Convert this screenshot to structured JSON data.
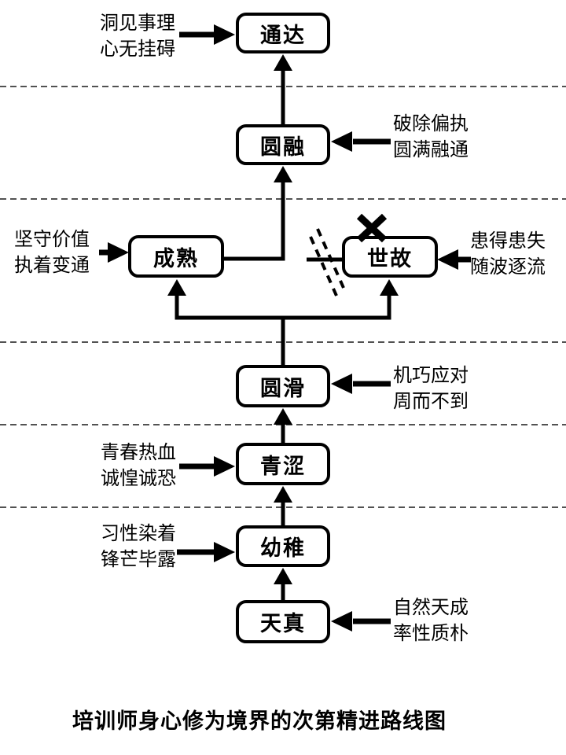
{
  "title": "培训师身心修为境界的次第精进路线图",
  "colors": {
    "ink": "#000000",
    "background": "#ffffff",
    "separator": "#3a3a3a"
  },
  "stages": {
    "tianzhen": {
      "label": "天真"
    },
    "youzhi": {
      "label": "幼稚"
    },
    "qingse": {
      "label": "青涩"
    },
    "yuanhua": {
      "label": "圆滑"
    },
    "chengshu": {
      "label": "成熟"
    },
    "shigu": {
      "label": "世故"
    },
    "yuanrong": {
      "label": "圆融"
    },
    "tongda": {
      "label": "通达"
    }
  },
  "annotations": {
    "tongda": {
      "line1": "洞见事理",
      "line2": "心无挂碍",
      "side": "left",
      "target": "通达"
    },
    "yuanrong": {
      "line1": "破除偏执",
      "line2": "圆满融通",
      "side": "right",
      "target": "圆融"
    },
    "chengshu": {
      "line1": "坚守价值",
      "line2": "执着变通",
      "side": "left",
      "target": "成熟"
    },
    "shigu": {
      "line1": "患得患失",
      "line2": "随波逐流",
      "side": "right",
      "target": "世故"
    },
    "yuanhua": {
      "line1": "机巧应对",
      "line2": "周而不到",
      "side": "right",
      "target": "圆滑"
    },
    "qingse": {
      "line1": "青春热血",
      "line2": "诚惶诚恐",
      "side": "left",
      "target": "青涩"
    },
    "youzhi": {
      "line1": "习性染着",
      "line2": "锋芒毕露",
      "side": "left",
      "target": "幼稚"
    },
    "tianzhen": {
      "line1": "自然天成",
      "line2": "率性质朴",
      "side": "right",
      "target": "天真"
    }
  },
  "marks": {
    "blocked_path": "x-mark over 世故 upward path",
    "severed_connector": "double dashed slash break on 世故 left connector"
  }
}
